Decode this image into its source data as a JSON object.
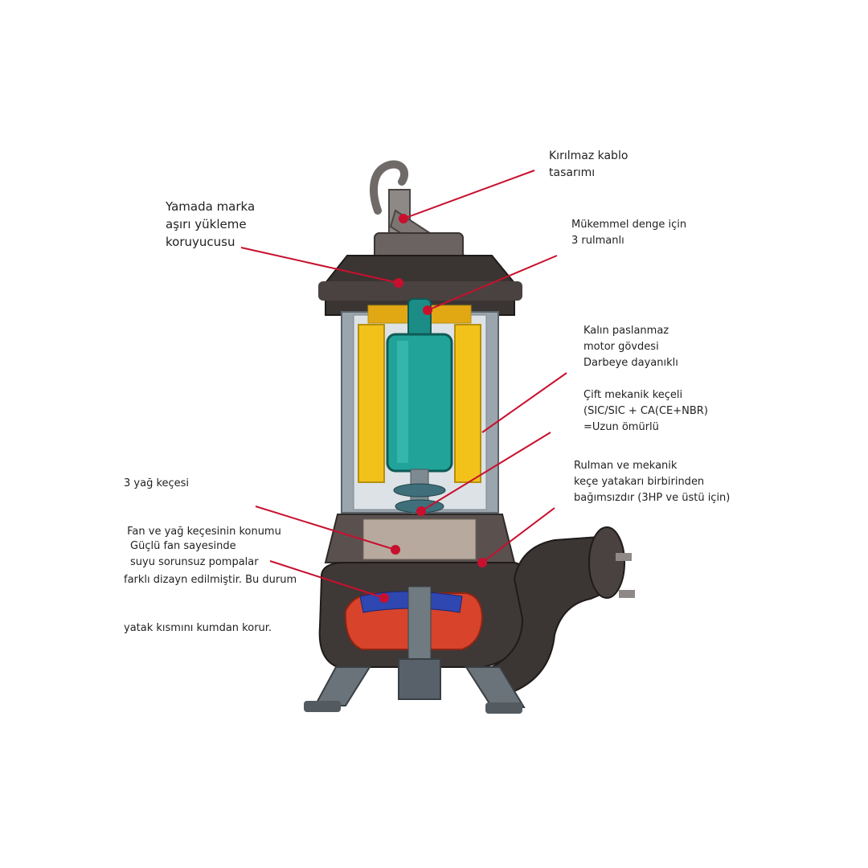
{
  "colors": {
    "leader": "#c8102e",
    "dot": "#c8102e",
    "body_dark": "#3a3533",
    "body_mid": "#5e5552",
    "casing": "#8e9aa3",
    "rotor": "#21a39a",
    "rotor_dark": "#147069",
    "winding": "#f2c21a",
    "seal_blue": "#2f47b0",
    "impeller_red": "#d8432c"
  },
  "callouts": [
    {
      "id": "cable",
      "lines": [
        "Kırılmaz kablo",
        "tasarımı"
      ]
    },
    {
      "id": "protector",
      "lines": [
        "Yamada marka",
        "aşırı yükleme",
        "koruyucusu"
      ]
    },
    {
      "id": "bearing3",
      "lines": [
        "Mükemmel denge için",
        "3 rulmanlı"
      ]
    },
    {
      "id": "motor_body",
      "lines": [
        "Kalın paslanmaz",
        "motor gövdesi",
        "Darbeye dayanıklı"
      ]
    },
    {
      "id": "mech_seal",
      "lines": [
        "Çift mekanik keçeli",
        "(SIC/SIC + CA(CE+NBR)",
        "=Uzun ömürlü"
      ]
    },
    {
      "id": "oil_seal",
      "lines": [
        "3 yağ keçesi",
        " Fan ve yağ keçesinin konumu",
        "farklı dizayn edilmiştir. Bu durum",
        "yatak kısmını kumdan korur."
      ]
    },
    {
      "id": "bearing_housing",
      "lines": [
        "Rulman ve mekanik",
        "keçe yatakarı birbirinden",
        "bağımsızdır (3HP ve üstü için)"
      ]
    },
    {
      "id": "fan",
      "lines": [
        "Güçlü fan sayesinde",
        "suyu sorunsuz pompalar"
      ]
    }
  ]
}
